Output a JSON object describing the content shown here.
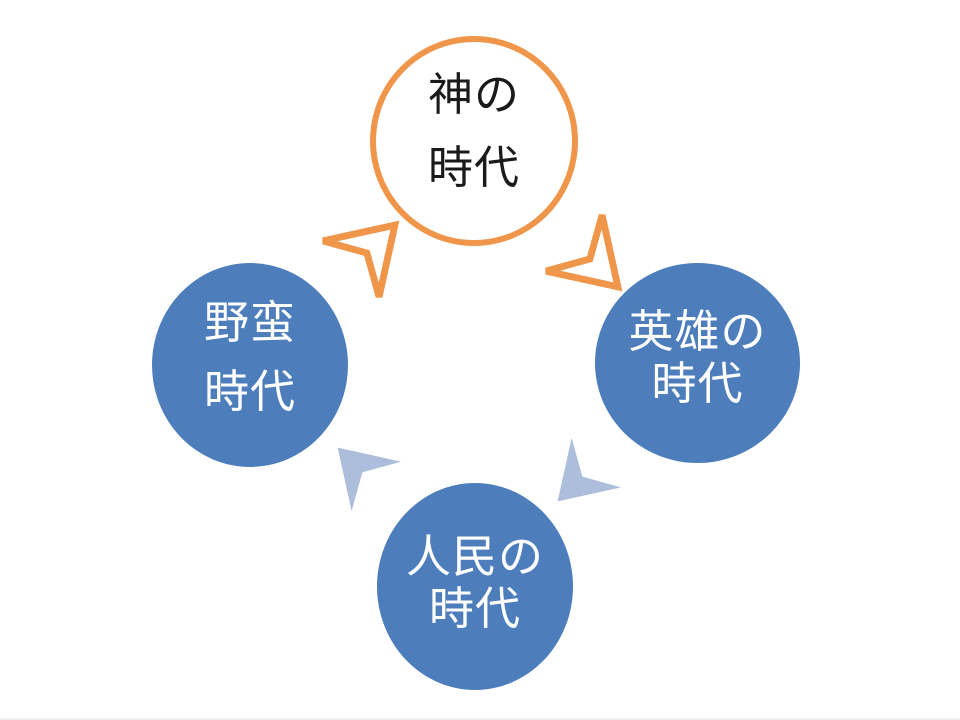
{
  "diagram": {
    "type": "cycle",
    "direction": "clockwise",
    "background": "#FFFFFF",
    "nodes": [
      {
        "id": "age-of-gods",
        "label": "神の時代",
        "lines": [
          "神の",
          "時代"
        ],
        "fill": "#FFFFFF",
        "border_color": "#F0964B",
        "text_color": "#1A1A1A",
        "position": "top"
      },
      {
        "id": "age-of-heroes",
        "label": "英雄の時代",
        "lines": [
          "英雄の",
          "時代"
        ],
        "fill": "#4D7EBB",
        "border_color": "none",
        "text_color": "#FFFFFF",
        "position": "right"
      },
      {
        "id": "age-of-people",
        "label": "人民の時代",
        "lines": [
          "人民の",
          "時代"
        ],
        "fill": "#4D7EBB",
        "border_color": "none",
        "text_color": "#FFFFFF",
        "position": "bottom"
      },
      {
        "id": "age-of-barbarism",
        "label": "野蛮時代",
        "lines": [
          "野蛮",
          "時代"
        ],
        "fill": "#4D7EBB",
        "border_color": "none",
        "text_color": "#FFFFFF",
        "position": "left"
      }
    ],
    "arrows": [
      {
        "id": "barbarism-to-gods",
        "from": "野蛮時代",
        "to": "神の時代",
        "style": "outlined",
        "color": "#F0964B",
        "points": "up-right"
      },
      {
        "id": "gods-to-heroes",
        "from": "神の時代",
        "to": "英雄の時代",
        "style": "outlined",
        "color": "#F0964B",
        "points": "down-right"
      },
      {
        "id": "heroes-to-people",
        "from": "英雄の時代",
        "to": "人民の時代",
        "style": "filled",
        "color": "#ACBEDC",
        "points": "down-left"
      },
      {
        "id": "people-to-barbarism",
        "from": "人民の時代",
        "to": "野蛮時代",
        "style": "filled",
        "color": "#ACBEDC",
        "points": "up-left"
      }
    ],
    "flow_sequence": [
      "神の時代",
      "英雄の時代",
      "人民の時代",
      "野蛮時代"
    ]
  }
}
